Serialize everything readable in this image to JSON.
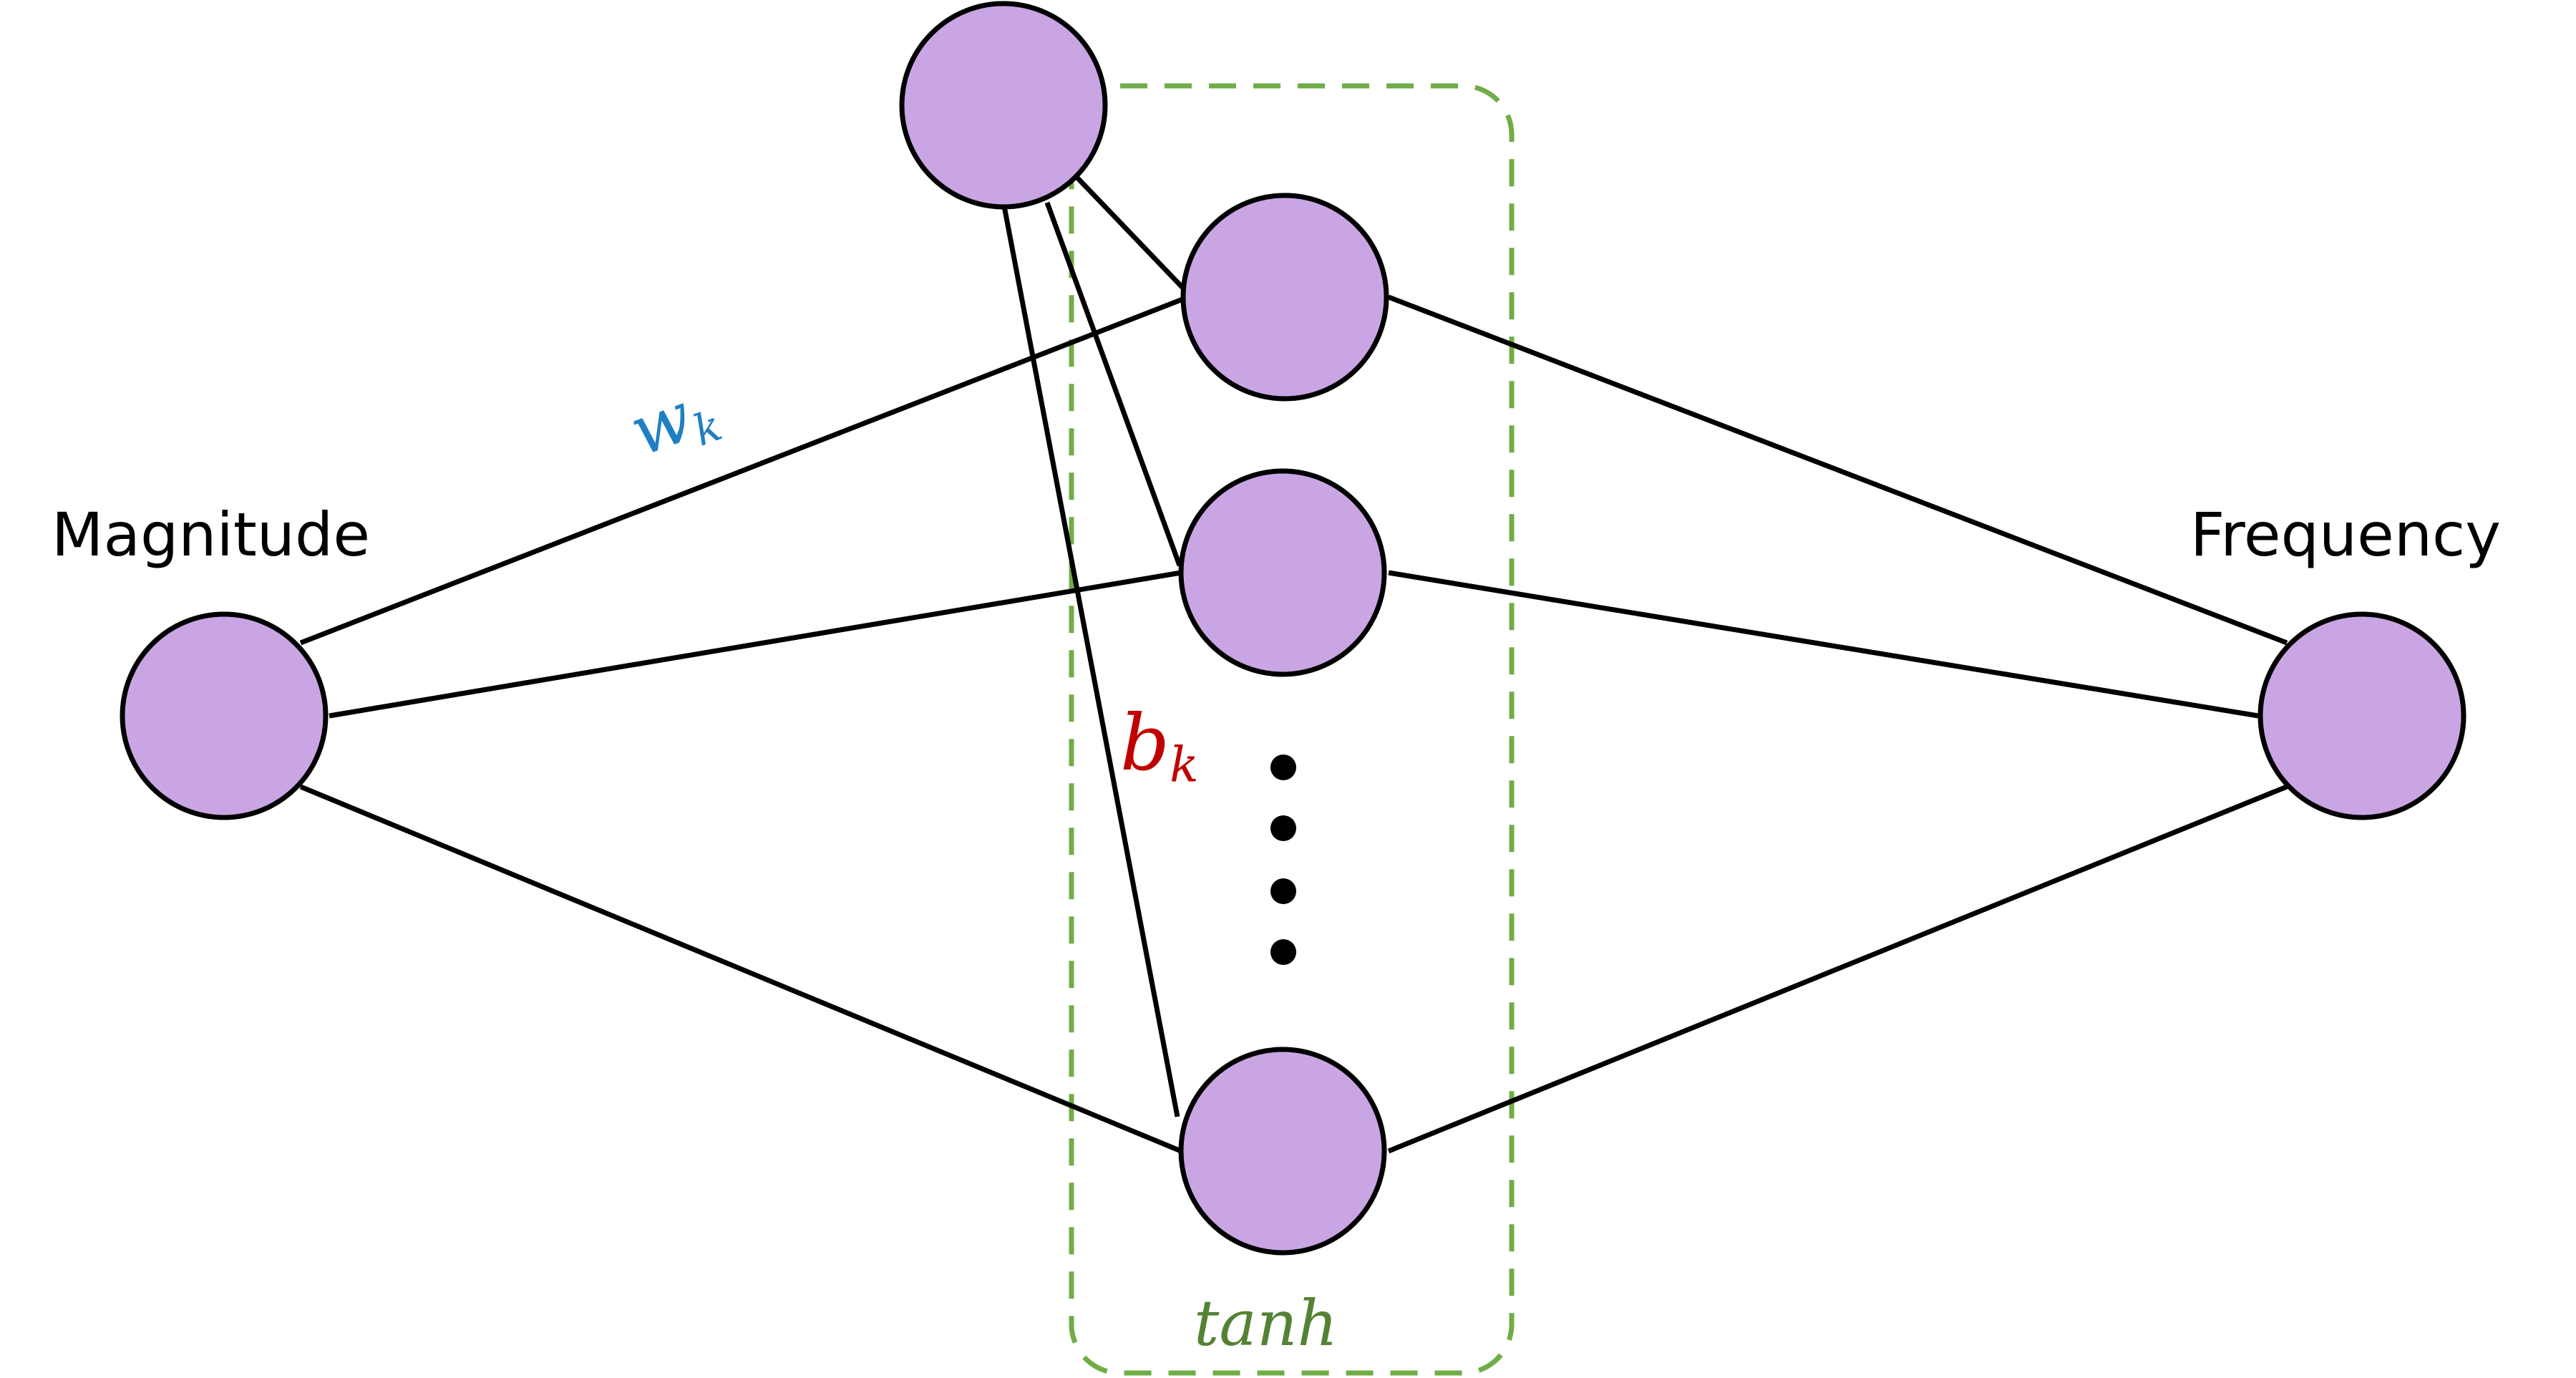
{
  "colors": {
    "node_fill": "#c9a6e3",
    "node_stroke": "#000000",
    "edge": "#000000",
    "box_stroke": "#70ad47",
    "weight_label": "#1f7fc4",
    "bias_label": "#c00000",
    "activation_label": "#548235",
    "ellipsis": "#000000"
  },
  "labels": {
    "input": "Magnitude",
    "output": "Frequency",
    "weight": {
      "symbol": "w",
      "subscript": "k"
    },
    "bias": {
      "symbol": "b",
      "subscript": "k"
    },
    "activation": "tanh"
  }
}
